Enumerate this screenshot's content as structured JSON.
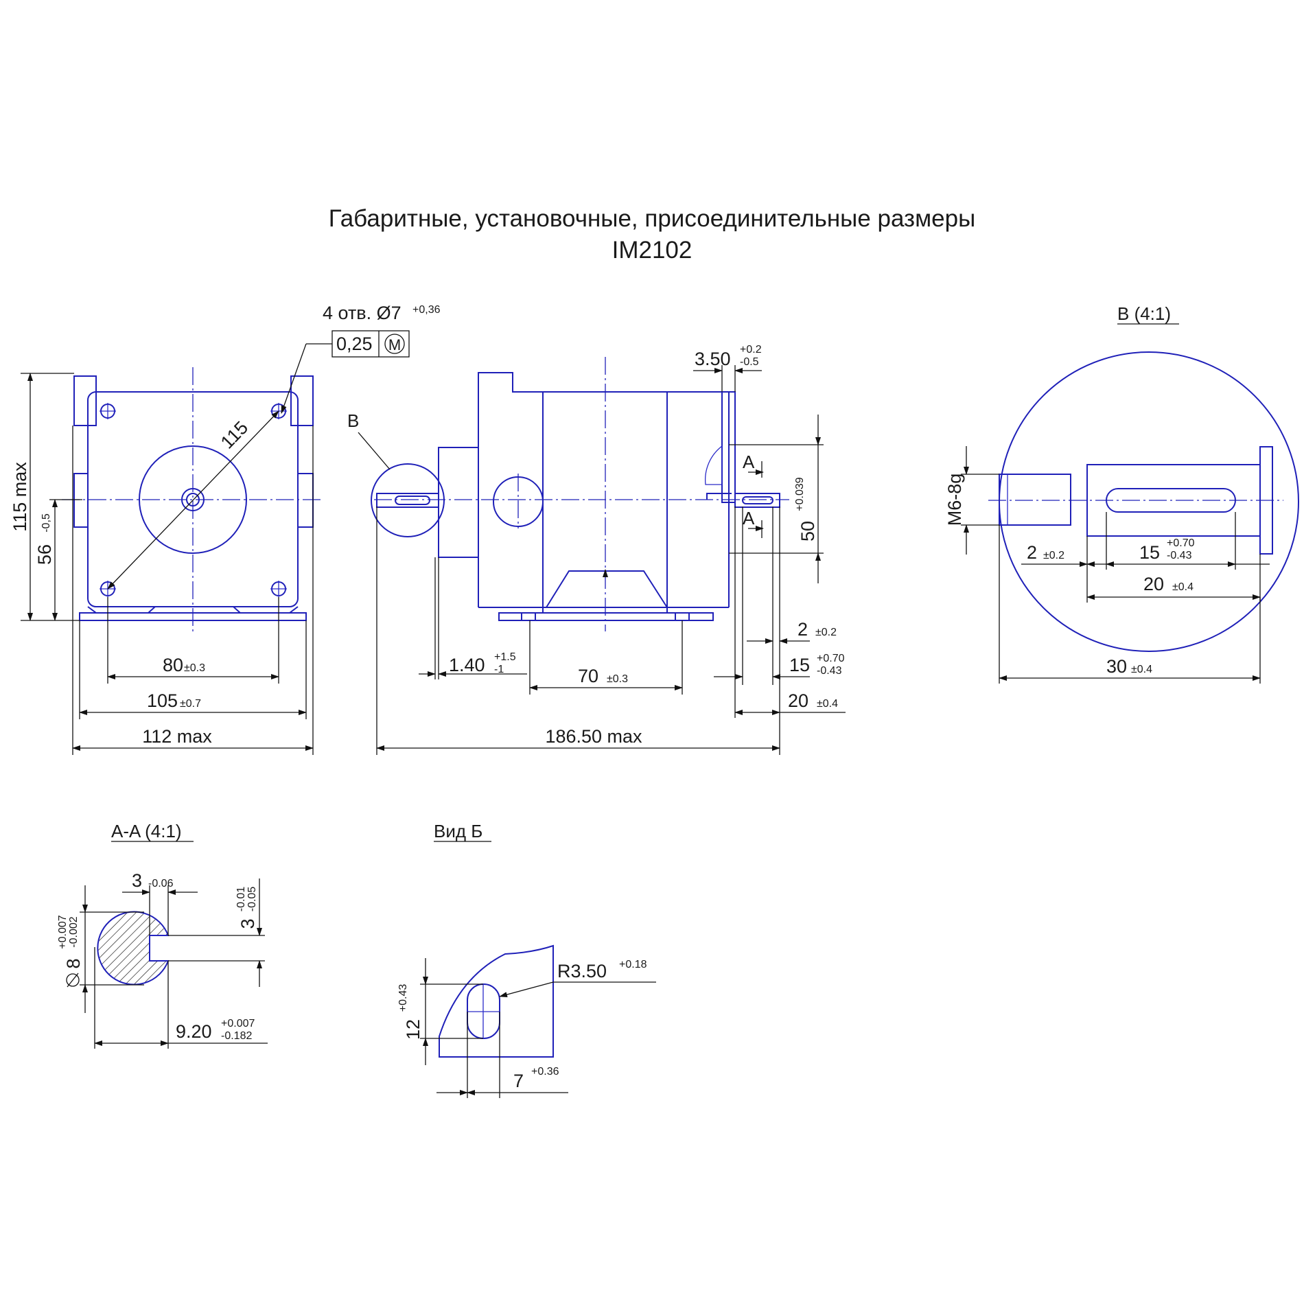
{
  "title": {
    "line1": "Габаритные, установочные, присоединительные размеры",
    "line2": "IM2102"
  },
  "front_view": {
    "hole_note_main": "4 отв. Ø7",
    "hole_note_tol": "+0,36",
    "position_tol_value": "0,25",
    "position_tol_modifier": "M",
    "diag": "115",
    "height_overall": "115 max",
    "axis_height": "56",
    "axis_height_tol": "-0,5",
    "holes_spacing": "80",
    "holes_spacing_tol": "±0.3",
    "base_width": "105",
    "base_width_tol": "±0.7",
    "width_overall": "112 max"
  },
  "side_view": {
    "detail_label": "B",
    "flange": "3.50",
    "flange_tol_upper": "+0.2",
    "flange_tol_lower": "-0.5",
    "section_label_top": "A",
    "section_label_bottom": "A",
    "shaft_height": "50",
    "shaft_height_tol": "+0.039",
    "dim_2": "2",
    "dim_2_tol": "±0.2",
    "dim_15": "15",
    "dim_15_tol_upper": "+0.70",
    "dim_15_tol_lower": "-0.43",
    "dim_20": "20",
    "dim_20_tol": "±0.4",
    "dim_140": "1.40",
    "dim_140_tol_upper": "+1.5",
    "dim_140_tol_lower": "-1",
    "dim_70": "70",
    "dim_70_tol": "±0.3",
    "length_overall": "186.50 max"
  },
  "detail_b": {
    "title": "В (4:1)",
    "thread": "M6-8g",
    "dim_2": "2",
    "dim_2_tol": "±0.2",
    "dim_15": "15",
    "dim_15_tol_upper": "+0.70",
    "dim_15_tol_lower": "-0.43",
    "dim_20": "20",
    "dim_20_tol": "±0.4",
    "dim_30": "30",
    "dim_30_tol": "±0.4"
  },
  "section_aa": {
    "title": "A-A (4:1)",
    "key_width": "3",
    "key_width_tol": "-0.06",
    "key_depth": "3",
    "key_depth_tol_upper": "-0.01",
    "key_depth_tol_lower": "-0.05",
    "diameter": "8",
    "diameter_tol_upper": "+0.007",
    "diameter_tol_lower": "-0.002",
    "dim_920": "9.20",
    "dim_920_tol_upper": "+0.007",
    "dim_920_tol_lower": "-0.182"
  },
  "view_b": {
    "title": "Вид Б",
    "radius": "R3.50",
    "radius_tol": "+0.18",
    "slot_len": "12",
    "slot_len_tol": "+0.43",
    "slot_width": "7",
    "slot_width_tol": "+0.36"
  },
  "colors": {
    "outline": "#1f20b8",
    "dimension": "#111111",
    "background": "#ffffff"
  }
}
